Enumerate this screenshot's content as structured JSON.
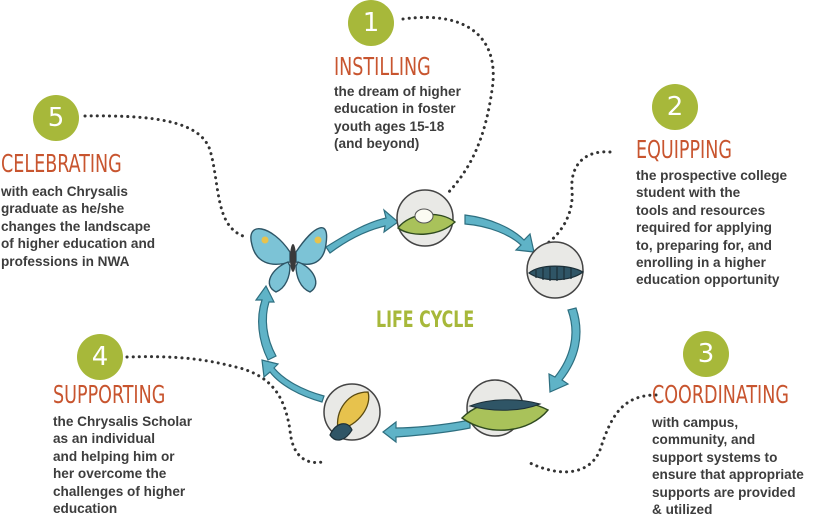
{
  "center_label": "LIFE CYCLE",
  "colors": {
    "badge": "#a7b83a",
    "title": "#c8552f",
    "text": "#3d3d3d",
    "arrow": "#5fb3c7",
    "leaf": "#a9c25a",
    "cocoon": "#2f5566"
  },
  "stages": [
    {
      "number": "1",
      "title": "INSTILLING",
      "lines": [
        "the dream of higher",
        "education in foster",
        "youth ages 15-18",
        "(and beyond)"
      ]
    },
    {
      "number": "2",
      "title": "EQUIPPING",
      "lines": [
        "the prospective college",
        "student with the",
        "tools and resources",
        "required for applying",
        "to, preparing for, and",
        "enrolling in a higher",
        "education opportunity"
      ]
    },
    {
      "number": "3",
      "title": "COORDINATING",
      "lines": [
        "with campus,",
        "community, and",
        "support systems to",
        "ensure that appropriate",
        "supports are provided",
        "& utilized"
      ]
    },
    {
      "number": "4",
      "title": "SUPPORTING",
      "lines": [
        "the Chrysalis Scholar",
        "as an individual",
        "and helping him or",
        "her overcome the",
        "challenges of higher",
        "education"
      ]
    },
    {
      "number": "5",
      "title": "CELEBRATING",
      "lines": [
        "with each Chrysalis",
        "graduate as he/she",
        "changes the landscape",
        "of higher education and",
        "professions in NWA"
      ]
    }
  ],
  "icons": {
    "stage1": "egg-on-leaf-icon",
    "stage2": "caterpillar-icon",
    "stage3": "caterpillar-on-leaf-icon",
    "stage4": "chrysalis-icon",
    "stage5": "butterfly-icon"
  }
}
